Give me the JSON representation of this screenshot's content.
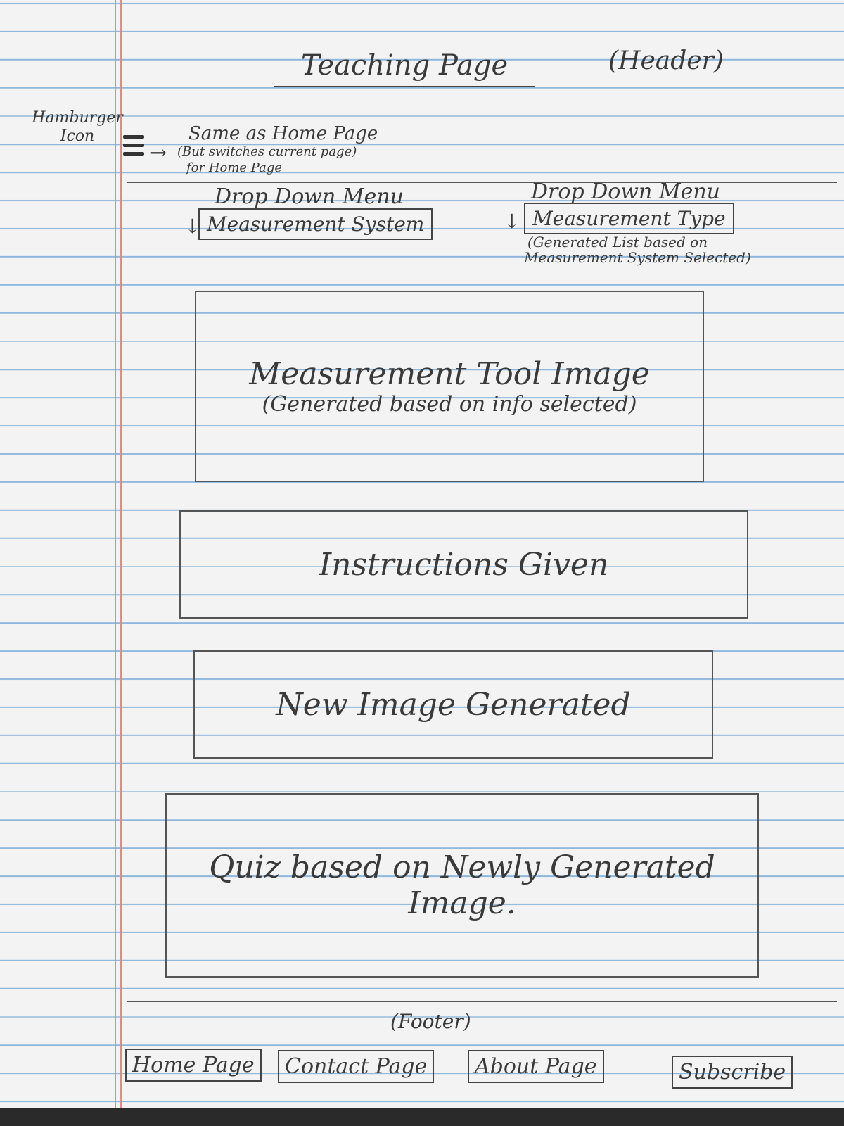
{
  "header": {
    "title": "Teaching Page",
    "label": "(Header)",
    "hamburger_label": "Hamburger Icon",
    "hamburger_note": "Same as Home Page",
    "hamburger_note_sub": "(But switches current page)",
    "hamburger_note_sub2": "for Home Page"
  },
  "dropdowns": {
    "system": {
      "label": "Drop Down Menu",
      "value": "Measurement System",
      "arrow": "↓"
    },
    "type": {
      "label": "Drop Down Menu",
      "value": "Measurement Type",
      "arrow": "↓",
      "note1": "(Generated List based on",
      "note2": "Measurement System Selected)"
    }
  },
  "main": {
    "tool_image": {
      "title": "Measurement Tool Image",
      "subtitle": "(Generated based on info selected)"
    },
    "instructions": "Instructions Given",
    "new_image": "New Image Generated",
    "quiz": {
      "line1": "Quiz based on Newly Generated",
      "line2": "Image."
    }
  },
  "footer": {
    "label": "(Footer)",
    "links": [
      "Home Page",
      "Contact Page",
      "About Page",
      "Subscribe"
    ]
  }
}
